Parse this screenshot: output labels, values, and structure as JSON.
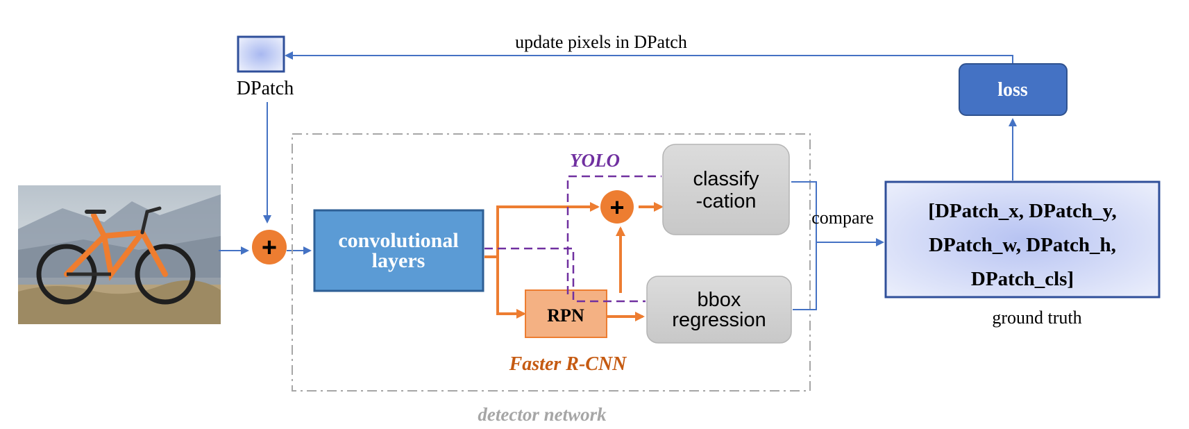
{
  "labels": {
    "update_pixels": "update pixels in DPatch",
    "dpatch": "DPatch",
    "loss": "loss",
    "yolo": "YOLO",
    "classification_line1": "classify",
    "classification_line2": "-cation",
    "compare": "compare",
    "conv_line1": "convolutional",
    "conv_line2": "layers",
    "rpn": "RPN",
    "bbox_line1": "bbox",
    "bbox_line2": "regression",
    "faster_rcnn": "Faster R-CNN",
    "detector_network": "detector network",
    "ground_truth": "ground truth",
    "gt_line1": "[DPatch_x, DPatch_y,",
    "gt_line2": "DPatch_w, DPatch_h,",
    "gt_line3": "DPatch_cls]",
    "plus": "+"
  },
  "icons": {
    "input_image": "bicycle-photo-icon",
    "add_operator": "plus-circle-icon"
  },
  "colors": {
    "blue_arrow": "#4472c4",
    "orange": "#ed7d31",
    "conv_fill": "#5b9bd5",
    "loss_fill": "#4472c4",
    "rpn_fill": "#f4b183",
    "gray_box": "#d0d0d0",
    "purple": "#7030a0",
    "faster_rcnn_text": "#c55a11",
    "detector_text": "#a6a6a6"
  }
}
